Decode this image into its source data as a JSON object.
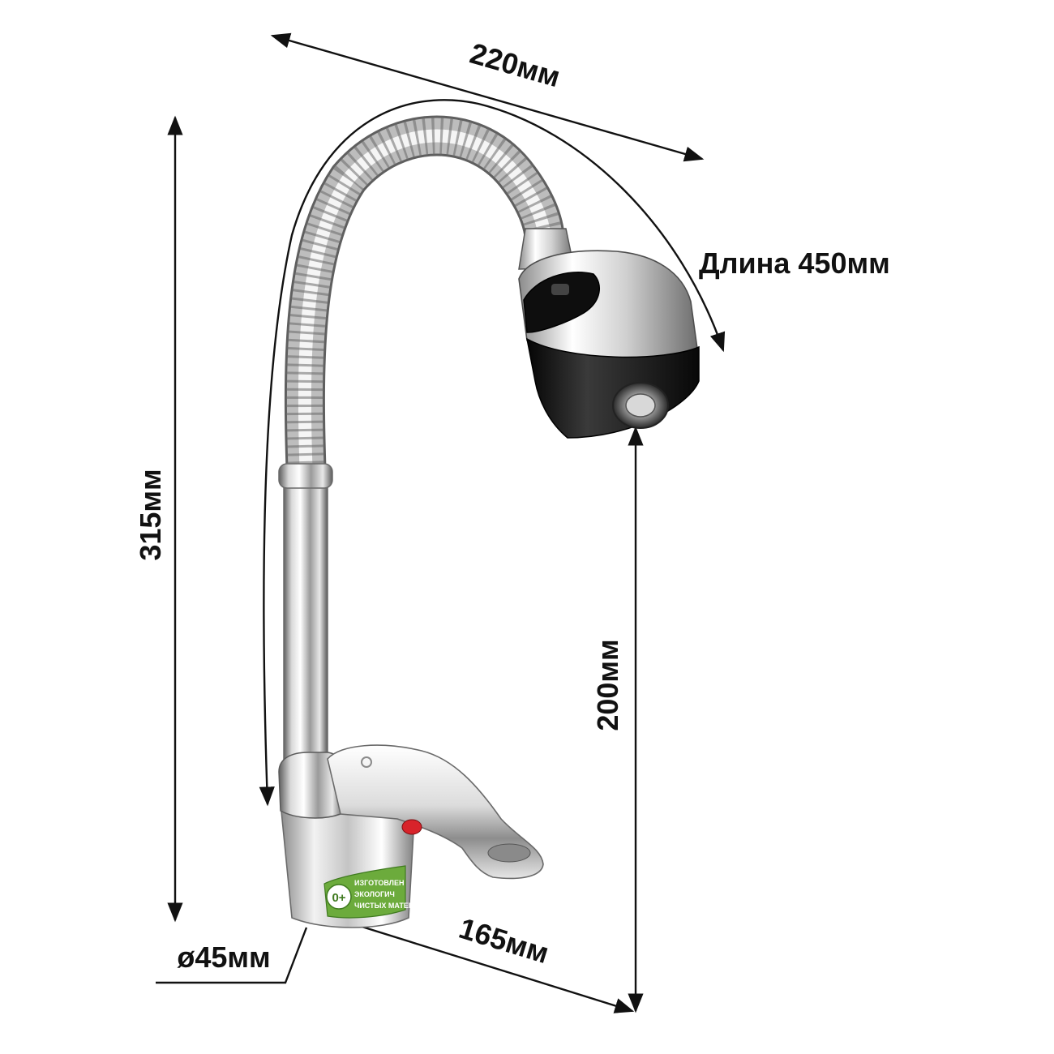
{
  "dimensions": {
    "width_top": "220мм",
    "hose_length": "Длина 450мм",
    "height_total": "315мм",
    "spout_height": "200мм",
    "base_diameter": "ø45мм",
    "handle_reach": "165мм"
  },
  "sticker": {
    "age_badge": "0+",
    "line1": "ИЗГОТОВЛЕН",
    "line2": "ЭКОЛОГИЧ",
    "line3": "ЧИСТЫХ МАТЕР"
  },
  "colors": {
    "dimension_lines": "#111111",
    "chrome_light": "#f4f4f4",
    "chrome_dark": "#6d6d6d",
    "head_black": "#161616",
    "sticker_green": "#6cab3c",
    "hot_indicator": "#d8232a"
  }
}
